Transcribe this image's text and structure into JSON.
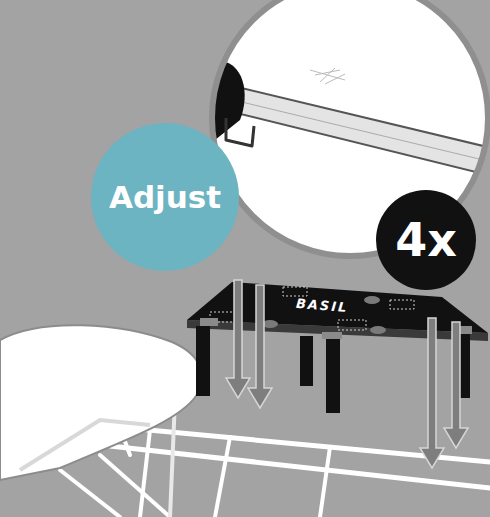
{
  "diagram": {
    "nodes": [
      {
        "text": [
          "Adjust"
        ]
      },
      {
        "text": [
          "4x"
        ]
      }
    ],
    "labels": [
      "BASIL"
    ]
  }
}
